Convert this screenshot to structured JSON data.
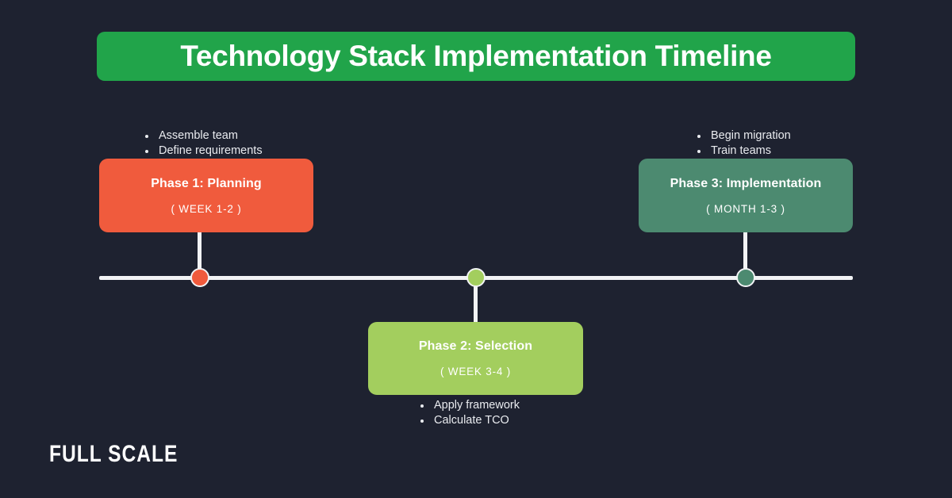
{
  "background_color": "#1e2230",
  "header": {
    "title": "Technology Stack Implementation Timeline",
    "banner_color": "#21a44a",
    "title_color": "#ffffff"
  },
  "timeline": {
    "axis_color": "#f2f3f5",
    "stem_color": "#f2f3f5"
  },
  "phases": [
    {
      "id": "phase-1",
      "title": "Phase 1: Planning",
      "period": "( WEEK 1-2 )",
      "color": "#f05b3d",
      "marker_color": "#f05a3c",
      "position": "above",
      "bullets": [
        "Assemble team",
        "Define requirements"
      ]
    },
    {
      "id": "phase-2",
      "title": "Phase 2: Selection",
      "period": "( WEEK 3-4 )",
      "color": "#a3ce5e",
      "marker_color": "#a3ce5e",
      "position": "below",
      "bullets": [
        "Apply framework",
        "Calculate TCO"
      ]
    },
    {
      "id": "phase-3",
      "title": "Phase 3: Implementation",
      "period": "( MONTH 1-3 )",
      "color": "#4c8a70",
      "marker_color": "#4c8a70",
      "position": "above",
      "bullets": [
        "Begin migration",
        "Train teams"
      ]
    }
  ],
  "footer": {
    "logo_text": "FULL SCALE",
    "logo_color": "#ffffff"
  }
}
